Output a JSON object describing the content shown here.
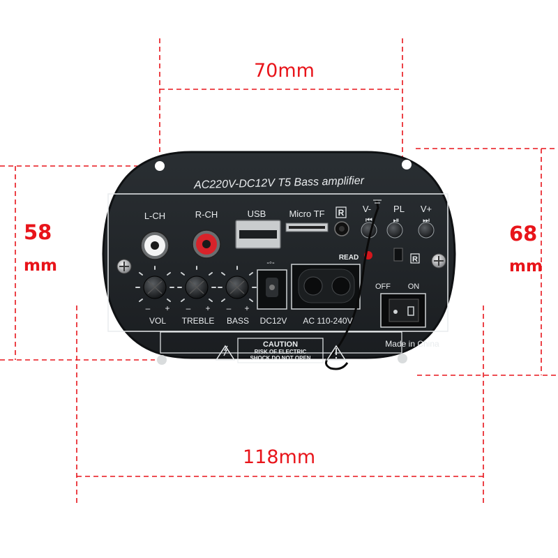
{
  "dimensions": {
    "top_width": "70mm",
    "left_height_value": "58",
    "left_height_unit": "mm",
    "right_height_value": "68",
    "right_height_unit": "mm",
    "bottom_width": "118mm"
  },
  "board": {
    "title": "AC220V-DC12V T5 Bass amplifier",
    "inputs": {
      "left": "L-CH",
      "right": "R-CH",
      "usb": "USB",
      "micro_tf": "Micro TF",
      "r_mark": "R"
    },
    "buttons": {
      "vol_down": "V-",
      "play": "PL",
      "vol_up": "V+",
      "prev": "⏮",
      "playpause": "⏯",
      "next": "⏭"
    },
    "read_label": "READ",
    "r_mark_2": "R",
    "knobs": [
      {
        "label": "VOL",
        "minus": "–",
        "plus": "+"
      },
      {
        "label": "TREBLE",
        "minus": "–",
        "plus": "+"
      },
      {
        "label": "BASS",
        "minus": "–",
        "plus": "+"
      }
    ],
    "dc_label": "DC12V",
    "ac_label": "AC 110-240V",
    "dc_symbol": "-◦-",
    "switch_off": "OFF",
    "switch_on": "ON",
    "caution_title": "CAUTION",
    "caution_line1": "RISK OF ELECTRIC",
    "caution_line2": "SHOCK DO NOT OPEN",
    "made_in": "Made in China"
  },
  "colors": {
    "dimension_red": "#e8141a",
    "panel": "#1d2124",
    "panel_edge": "#0f1113",
    "print": "#e9ecee"
  }
}
